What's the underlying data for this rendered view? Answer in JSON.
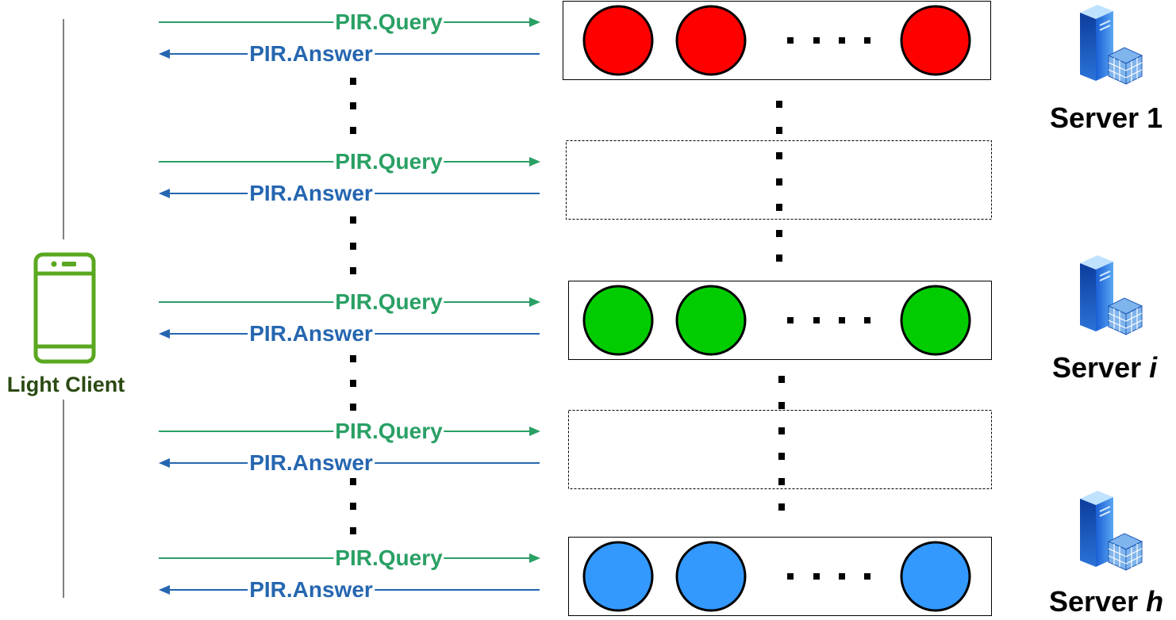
{
  "client": {
    "label": "Light Client",
    "icon": "smartphone-icon",
    "color": "#5aa820"
  },
  "messages": {
    "query": "PIR.Query",
    "answer": "PIR.Answer",
    "query_color": "#2aa065",
    "answer_color": "#2566b0"
  },
  "servers": [
    {
      "name": "Server 1",
      "prefix": "Server",
      "suffix": "1",
      "suffix_italic": false,
      "ball_color": "#ff0000",
      "icon": "server-database-icon"
    },
    {
      "name": "Server i",
      "prefix": "Server",
      "suffix": "i",
      "suffix_italic": true,
      "ball_color": "#00cc00",
      "icon": "server-database-icon"
    },
    {
      "name": "Server h",
      "prefix": "Server",
      "suffix": "h",
      "suffix_italic": true,
      "ball_color": "#3399ff",
      "icon": "server-database-icon"
    }
  ]
}
